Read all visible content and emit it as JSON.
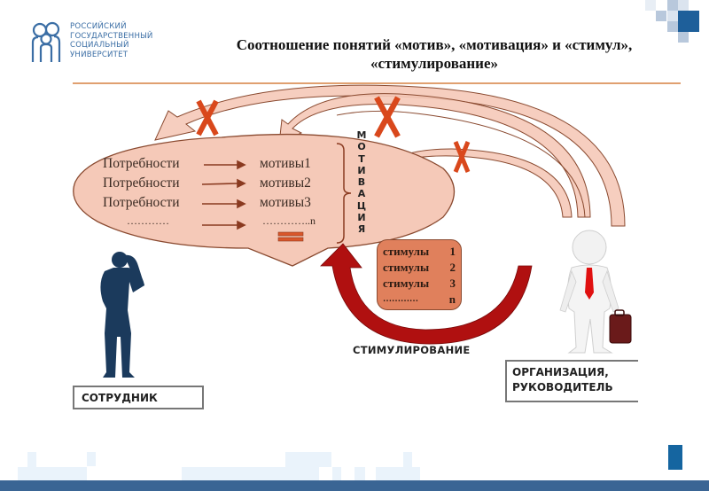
{
  "logo": {
    "lines": [
      "РОССИЙСКИЙ",
      "ГОСУДАРСТВЕННЫЙ",
      "СОЦИАЛЬНЫЙ",
      "УНИВЕРСИТЕТ"
    ],
    "icon": "family-figures-icon"
  },
  "title": {
    "line1": "Соотношение понятий «мотив», «мотивация» и «стимул»,",
    "line2": "«стимулирование»"
  },
  "diagram": {
    "needs": [
      {
        "need": "Потребности",
        "motive": "мотивы1"
      },
      {
        "need": "Потребности",
        "motive": "мотивы2"
      },
      {
        "need": "Потребности",
        "motive": "мотивы3"
      },
      {
        "need": "…………",
        "motive": "…………..n"
      }
    ],
    "motivation_letters": [
      "М",
      "О",
      "Т",
      "И",
      "В",
      "А",
      "Ц",
      "И",
      "Я"
    ],
    "stimuli": [
      {
        "label": "стимулы",
        "num": "1"
      },
      {
        "label": "стимулы",
        "num": "2"
      },
      {
        "label": "стимулы",
        "num": "3"
      },
      {
        "label": "…………",
        "num": "n"
      }
    ],
    "stimulation_label": "СТИМУЛИРОВАНИЕ",
    "employee_label": "СОТРУДНИК",
    "org_label_line1": "ОРГАНИЗАЦИЯ,",
    "org_label_line2": "РУКОВОДИТЕЛЬ",
    "colors": {
      "bubble_fill": "#f5c9b8",
      "bubble_stroke": "#8a4a30",
      "cross": "#d9481c",
      "stim_box": "#e0805c",
      "big_arrow": "#b01010",
      "employee": "#1b3a5c",
      "tie": "#e01010"
    }
  }
}
